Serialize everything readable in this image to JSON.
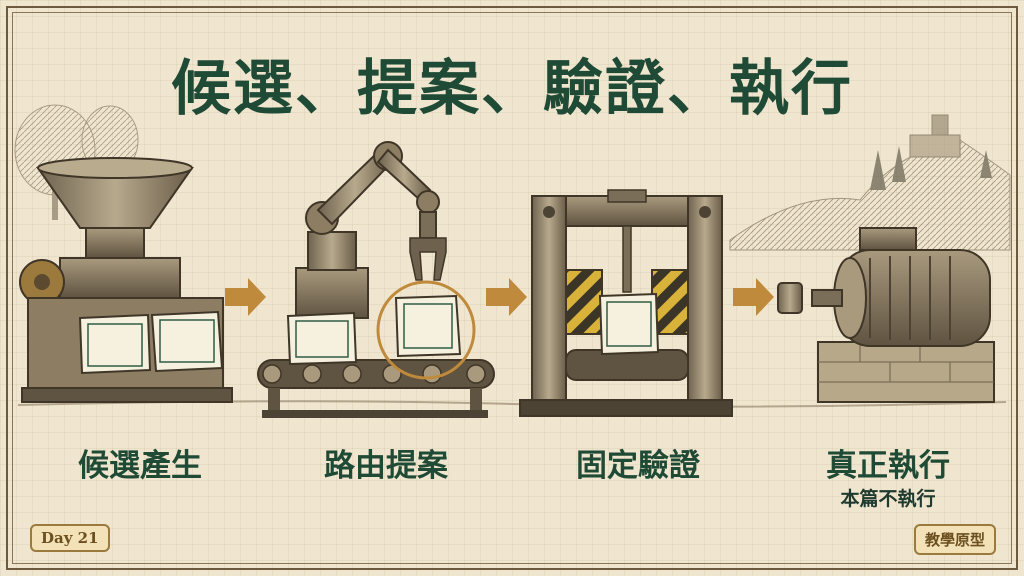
{
  "title": "候選、提案、驗證、執行",
  "stages": [
    {
      "label": "候選產生"
    },
    {
      "label": "路由提案"
    },
    {
      "label": "固定驗證"
    },
    {
      "label": "真正執行",
      "sublabel": "本篇不執行"
    }
  ],
  "badges": {
    "day": "Day 21",
    "tag": "教學原型"
  },
  "colors": {
    "title": "#1f4a35",
    "arrow": "#c08a3c",
    "metal": "#8a7a62",
    "panel": "#f6f1df",
    "hazard": "#d9b23a"
  }
}
